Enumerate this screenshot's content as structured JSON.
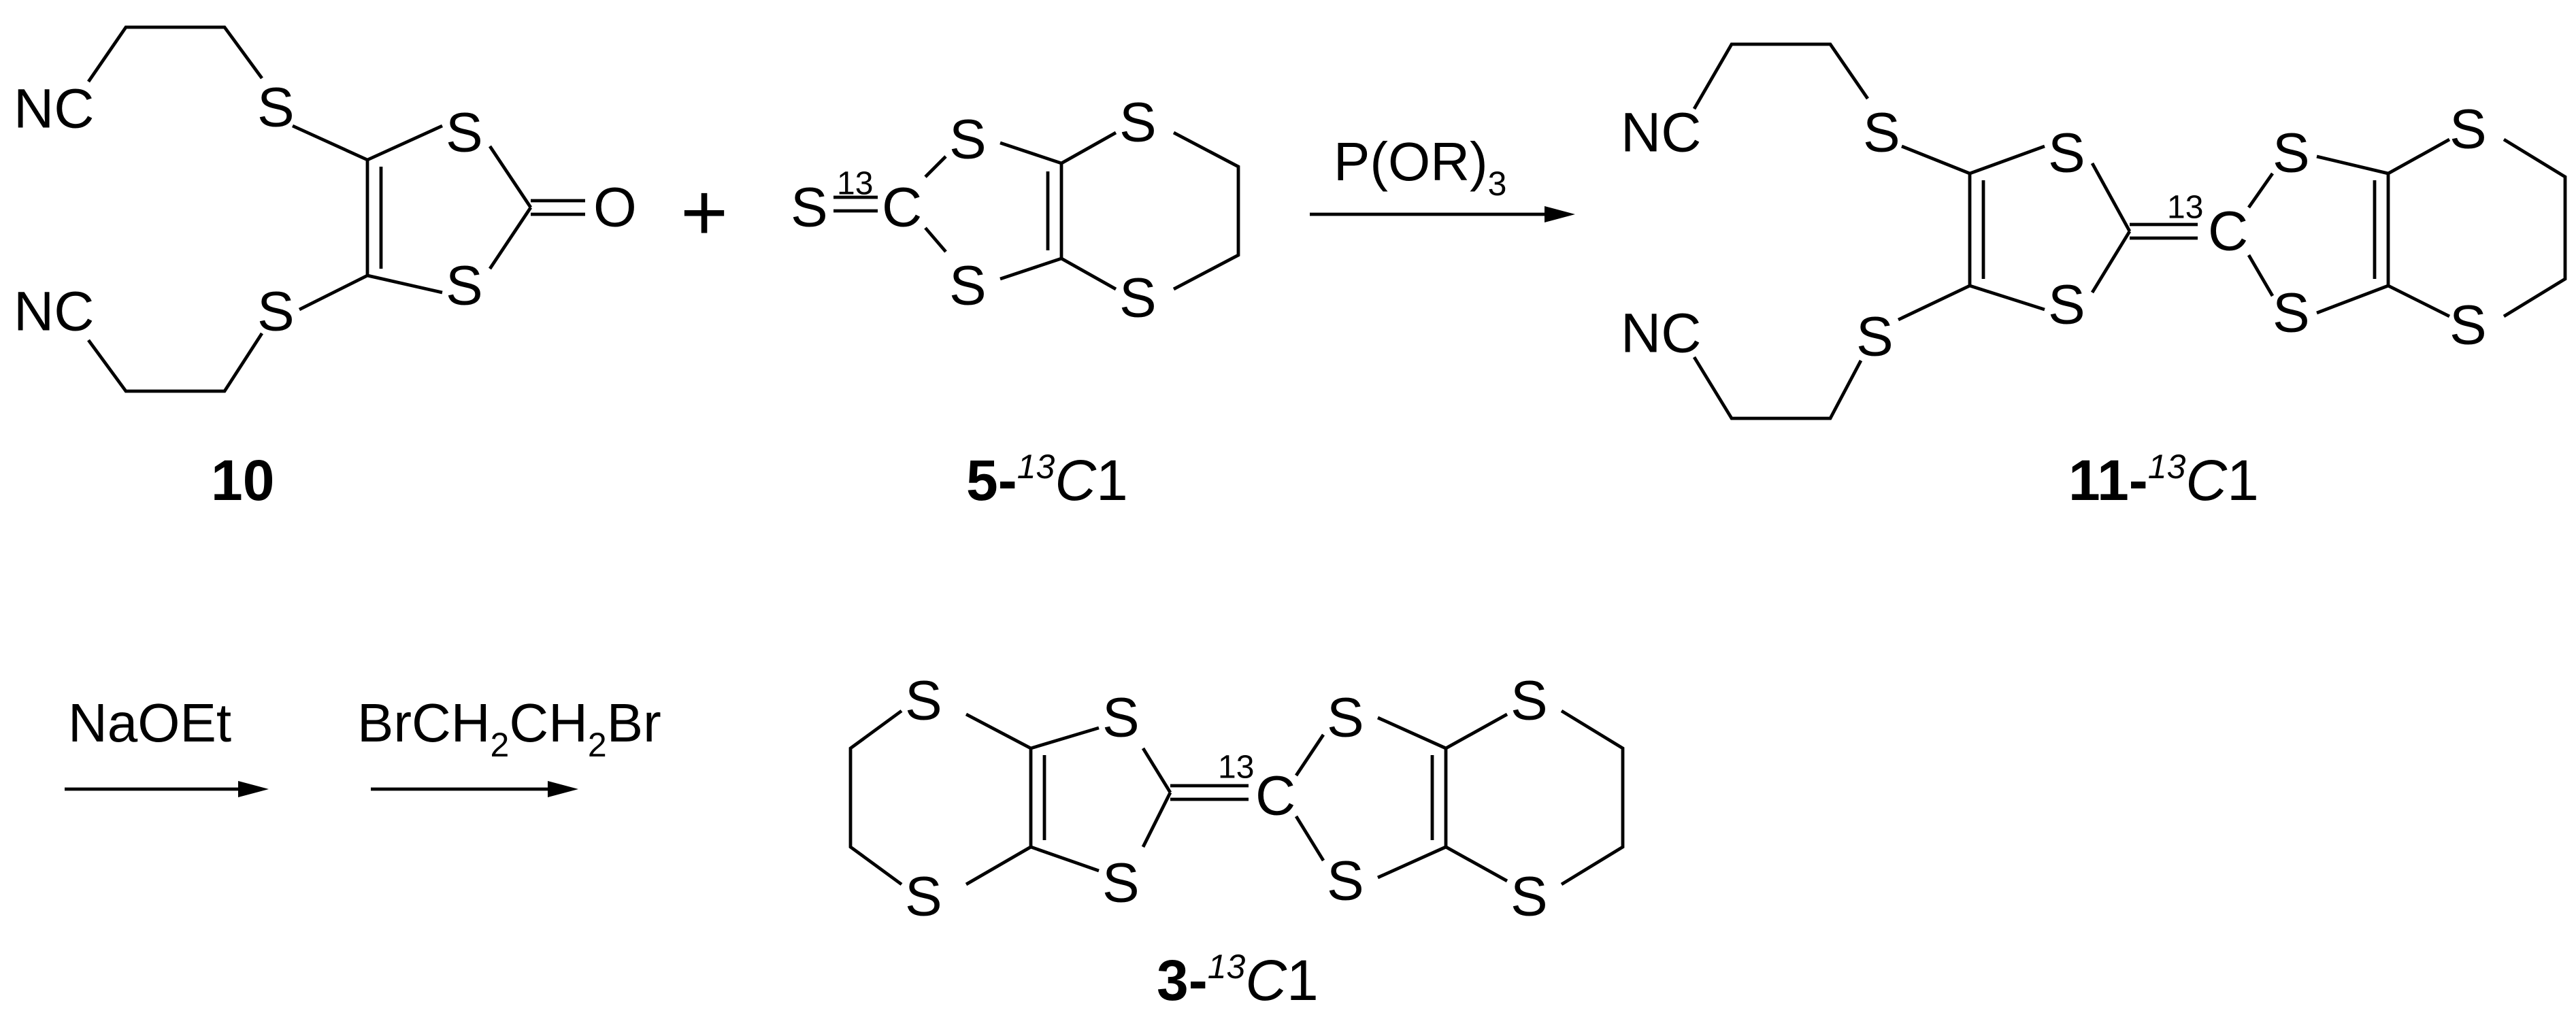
{
  "atoms": {
    "S": "S",
    "NC": "NC",
    "O": "O",
    "C": "C",
    "iso13": "13"
  },
  "plus": "+",
  "reagents": {
    "step1": {
      "main": "P(OR)",
      "sub": "3"
    },
    "step2": "NaOEt",
    "step3": {
      "a": "BrCH",
      "s1": "2",
      "b": "CH",
      "s2": "2",
      "c": "Br"
    }
  },
  "compound_labels": {
    "c10": "10",
    "c5": {
      "num": "5-",
      "sup": "13",
      "el": "C",
      "idx": "1"
    },
    "c11": {
      "num": "11-",
      "sup": "13",
      "el": "C",
      "idx": "1"
    },
    "c3": {
      "num": "3-",
      "sup": "13",
      "el": "C",
      "idx": "1"
    }
  }
}
